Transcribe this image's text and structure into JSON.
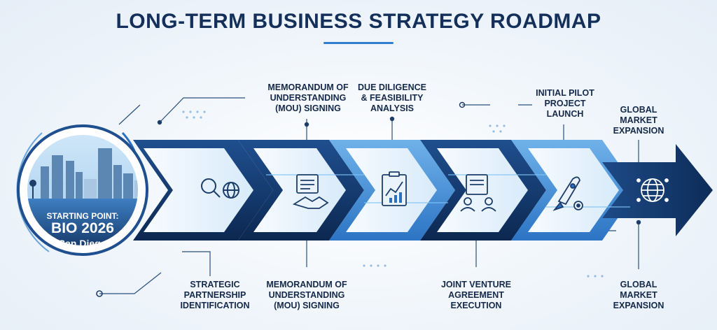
{
  "title": "LONG-TERM BUSINESS STRATEGY ROADMAP",
  "start": {
    "line1": "STARTING POINT:",
    "line2": "BIO 2026",
    "line3": "San Diego"
  },
  "top_labels": [
    "MEMORANDUM OF\nUNDERSTANDING\n(MOU) SIGNING",
    "DUE DILIGENCE\n& FEASIBILITY\nANALYSIS",
    "INITIAL PILOT\nPROJECT\nLAUNCH",
    "GLOBAL\nMARKET\nEXPANSION"
  ],
  "bottom_labels": [
    "STRATEGIC\nPARTNERSHIP\nIDENTIFICATION",
    "MEMORANDUM OF\nUNDERSTANDING\n(MOU) SIGNING",
    "JOINT VENTURE\nAGREEMENT\nEXECUTION",
    "GLOBAL\nMARKET\nEXPANSION"
  ],
  "icons": [
    "magnifier-globe-icon",
    "handshake-document-icon",
    "chart-clipboard-icon",
    "agreement-people-icon",
    "rocket-gears-icon",
    "globe-network-icon"
  ],
  "colors": {
    "navy": "#10305f",
    "mid_blue": "#2a6fc0",
    "light_blue": "#8ec3ee",
    "pale": "#e6f1fb",
    "title": "#14305a",
    "accent": "#2f7fd0"
  }
}
